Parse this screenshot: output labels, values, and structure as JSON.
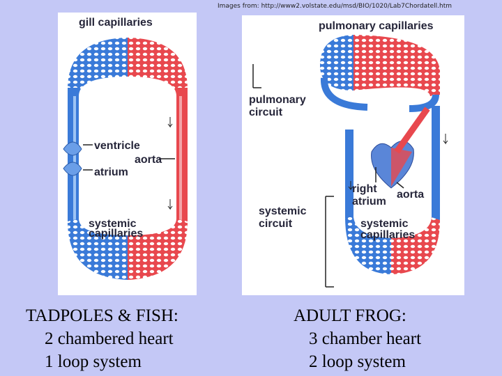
{
  "source_credit": "Images from: http://www2.volstate.edu/msd/BIO/1020/Lab7Chordatell.htm",
  "fish_diagram": {
    "top_label": "gill capillaries",
    "ventricle": "ventricle",
    "aorta": "aorta",
    "atrium": "atrium",
    "systemic_line1": "systemic",
    "systemic_line2": "capillaries"
  },
  "frog_diagram": {
    "top_label": "pulmonary capillaries",
    "pulmonary_circuit_line1": "pulmonary",
    "pulmonary_circuit_line2": "circuit",
    "right_line1": "right",
    "right_line2": "atrium",
    "aorta": "aorta",
    "systemic_circuit_line1": "systemic",
    "systemic_circuit_line2": "circuit",
    "systemic_cap_line1": "systemic",
    "systemic_cap_line2": "capillaries"
  },
  "fish_caption": {
    "line1": "TADPOLES & FISH:",
    "line2": "2 chambered heart",
    "line3": "1 loop system"
  },
  "frog_caption": {
    "line1": "ADULT FROG:",
    "line2": "3 chamber heart",
    "line3": "2 loop system"
  },
  "colors": {
    "background": "#c4c8f6",
    "oxygenated": "#e8484e",
    "deoxygenated": "#3a7ad8",
    "label_text": "#26263a"
  }
}
